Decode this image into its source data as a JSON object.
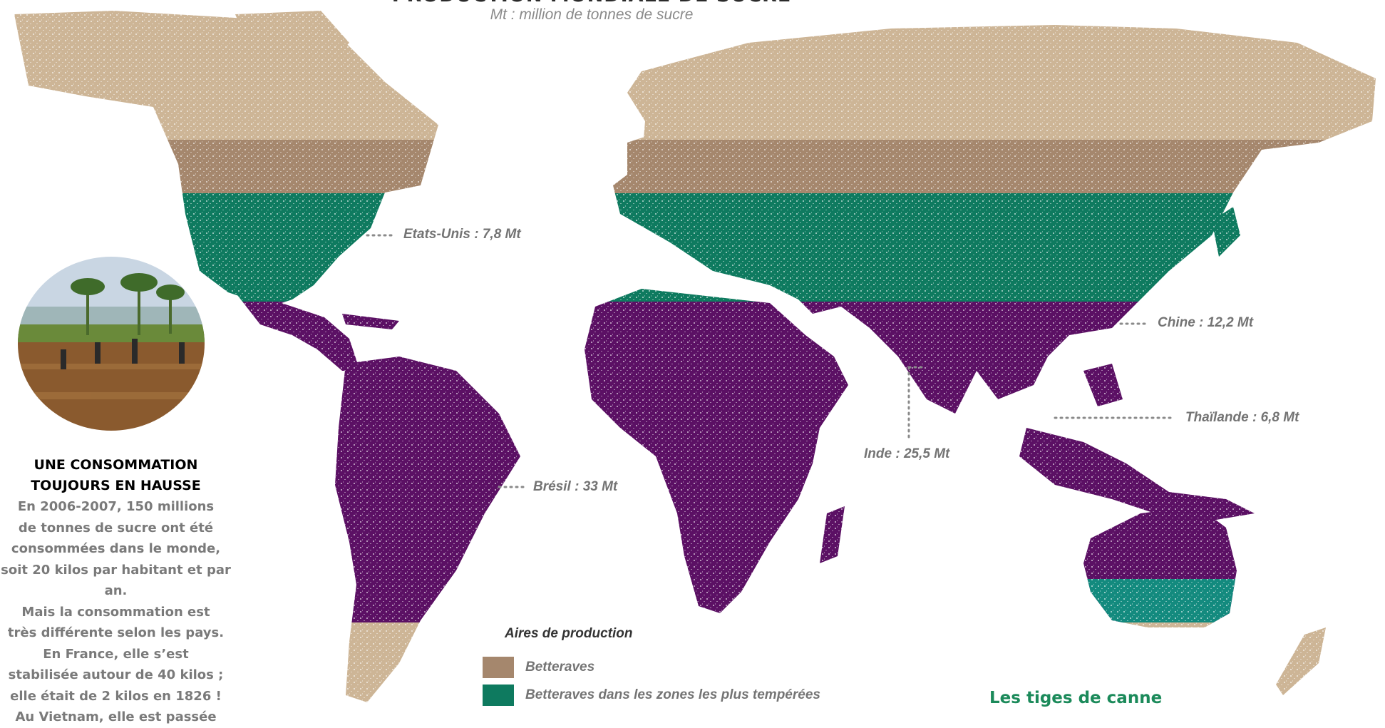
{
  "map": {
    "title": "PRODUCTION MONDIALE DE SUCRE",
    "subtitle": "Mt : million de tonnes de sucre",
    "colors": {
      "betteraves": "#a5876d",
      "betteraves_temperees": "#0e7a5f",
      "canne": "#5b1064",
      "terres_hors_production": "#cdb596",
      "australie_sud": "#138a7e"
    },
    "producers": [
      {
        "name": "etats-unis",
        "label": "Etats-Unis : 7,8 Mt",
        "mt": 7.8
      },
      {
        "name": "bresil",
        "label": "Brésil : 33 Mt",
        "mt": 33
      },
      {
        "name": "inde",
        "label": "Inde : 25,5 Mt",
        "mt": 25.5
      },
      {
        "name": "chine",
        "label": "Chine : 12,2 Mt",
        "mt": 12.2
      },
      {
        "name": "thailande",
        "label": "Thaïlande : 6,8 Mt",
        "mt": 6.8
      }
    ]
  },
  "legend": {
    "title": "Aires de production",
    "items": [
      {
        "label": "Betteraves",
        "color": "#a5876d"
      },
      {
        "label": "Betteraves dans les zones les plus tempérées",
        "color": "#0e7a5f"
      }
    ]
  },
  "sidebar": {
    "photo_icon": "sugar-cane-field-photo",
    "heading_line1": "UNE CONSOMMATION",
    "heading_line2": "TOUJOURS EN HAUSSE",
    "lines": [
      "En 2006-2007, 150 millions",
      "de tonnes de sucre ont été",
      "consommées dans le monde,",
      "soit 20 kilos par habitant et par an.",
      "Mais la consommation est",
      "très différente selon les pays.",
      "En France, elle s’est",
      "stabilisée autour de 40 kilos ;",
      "elle était de 2 kilos en 1826 !",
      "Au Vietnam, elle est passée"
    ]
  },
  "teaser": "Les tiges de canne"
}
